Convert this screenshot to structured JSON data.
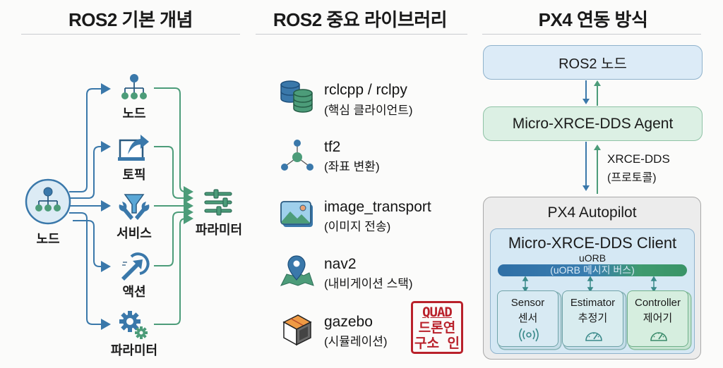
{
  "sections": {
    "concepts": {
      "title": "ROS2 기본 개념",
      "center_node_label": "노드",
      "items": [
        {
          "label": "노드",
          "icon": "node-hierarchy-icon"
        },
        {
          "label": "토픽",
          "icon": "topic-publish-icon"
        },
        {
          "label": "서비스",
          "icon": "service-funnel-wrench-icon"
        },
        {
          "label": "액션",
          "icon": "action-arrow-icon"
        },
        {
          "label": "파라미터",
          "icon": "parameter-gears-icon"
        }
      ],
      "target_label": "파라미터",
      "target_icon": "sliders-icon"
    },
    "libraries": {
      "title": "ROS2 중요 라이브러리",
      "items": [
        {
          "name": "rclcpp / rclpy",
          "desc": "(핵심 클라이언트)",
          "icon": "database-icon"
        },
        {
          "name": "tf2",
          "desc": "(좌표 변환)",
          "icon": "transform-tree-icon"
        },
        {
          "name": "image_transport",
          "desc": "(이미지 전송)",
          "icon": "image-icon"
        },
        {
          "name": "nav2",
          "desc": "(내비게이션 스택)",
          "icon": "map-pin-icon"
        },
        {
          "name": "gazebo",
          "desc": "(시뮬레이션)",
          "icon": "cube-box-icon"
        }
      ],
      "stamp": {
        "line1": "QUAD",
        "line2": "드론연",
        "line3": "구소 인"
      }
    },
    "px4": {
      "title": "PX4 연동 방식",
      "ros2_node": "ROS2 노드",
      "agent": "Micro-XRCE-DDS Agent",
      "protocol": "XRCE-DDS",
      "protocol_desc": "(프로토콜)",
      "autopilot": "PX4 Autopilot",
      "client": "Micro-XRCE-DDS Client",
      "uorb": "uORB",
      "uorb_bus": "(uORB 메시지 버스)",
      "modules": [
        {
          "en": "Sensor",
          "ko": "센서",
          "icon": "signal-icon"
        },
        {
          "en": "Estimator",
          "ko": "추정기",
          "icon": "gauge-icon"
        },
        {
          "en": "Controller",
          "ko": "제어기",
          "icon": "gauge-icon"
        }
      ]
    }
  },
  "colors": {
    "blue": "#3a78aa",
    "green": "#4c9c79",
    "light_blue_box": "#dcebf7",
    "light_green_box": "#dcf0e4",
    "gray_box": "#ececec",
    "stamp_red": "#b9212b"
  }
}
